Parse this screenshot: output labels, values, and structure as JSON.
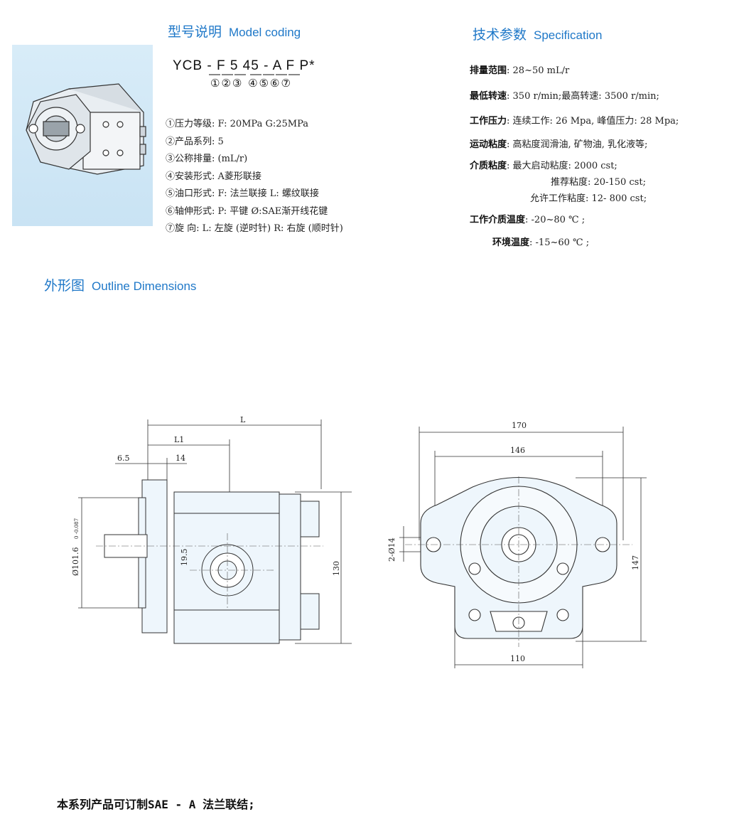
{
  "model_coding": {
    "title_cn": "型号说明",
    "title_en": "Model coding",
    "code": "YCB - F 5  45 - A  F P*",
    "code_numbers": "①②③ ④⑤⑥⑦",
    "items": [
      "①压力等级: F: 20MPa  G:25MPa",
      "②产品系列: 5",
      "③公称排量: (mL/r)",
      "④安装形式: A菱形联接",
      "⑤油口形式: F: 法兰联接    L: 螺纹联接",
      "⑥轴伸形式: P: 平键  Ø:SAE渐开线花键",
      "⑦旋    向: L: 左旋 (逆时针)  R: 右旋 (顺时针)"
    ]
  },
  "specification": {
    "title_cn": "技术参数",
    "title_en": "Specification",
    "rows": [
      {
        "label": "排量范围",
        "value": ": 28~50 mL/r"
      },
      {
        "label": "最低转速",
        "value": ": 350 r/min;最高转速: 3500 r/min;"
      },
      {
        "label": "工作压力",
        "value": ": 连续工作: 26 Mpa, 峰值压力: 28 Mpa;"
      },
      {
        "label": "运动粘度",
        "value": ": 高粘度润滑油, 矿物油, 乳化液等;"
      },
      {
        "label": "介质粘度",
        "value": ": 最大启动粘度: 2000 cst;"
      },
      {
        "label": "",
        "value": "推荐粘度: 20-150 cst;"
      },
      {
        "label": "",
        "value": "允许工作粘度: 12- 800 cst;"
      },
      {
        "label": "工作介质温度",
        "value": ": -20~80 ℃ ;"
      },
      {
        "label": "环境温度",
        "value": ": -15~60 ℃ ;"
      }
    ]
  },
  "outline": {
    "title_cn": "外形图",
    "title_en": "Outline Dimensions",
    "side_view": {
      "dim_L": "L",
      "dim_L1": "L1",
      "dim_65": "6.5",
      "dim_14": "14",
      "dim_diam": "Ø101.6",
      "dim_diam_tol": "0 -0.087",
      "dim_195": "19.5",
      "dim_130": "130"
    },
    "front_view": {
      "dim_170": "170",
      "dim_146": "146",
      "dim_147": "147",
      "dim_110": "110",
      "dim_holes": "2-Ø14"
    }
  },
  "colors": {
    "accent": "#1f78c8",
    "part_fill": "#eef6fc"
  },
  "bottom_note": "本系列产品可订制SAE - A 法兰联结;"
}
